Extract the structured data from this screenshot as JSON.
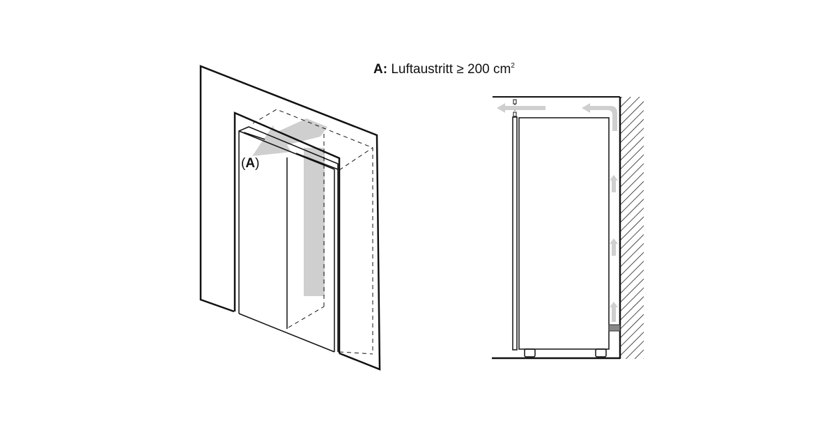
{
  "caption": {
    "key": "A:",
    "text": "Luftaustritt ≥ 200 cm",
    "superscript": "2"
  },
  "callout": {
    "open": "(",
    "key": "A",
    "close": ")"
  },
  "colors": {
    "line": "#111111",
    "airflow": "#cccccc",
    "vent": "#888888"
  }
}
